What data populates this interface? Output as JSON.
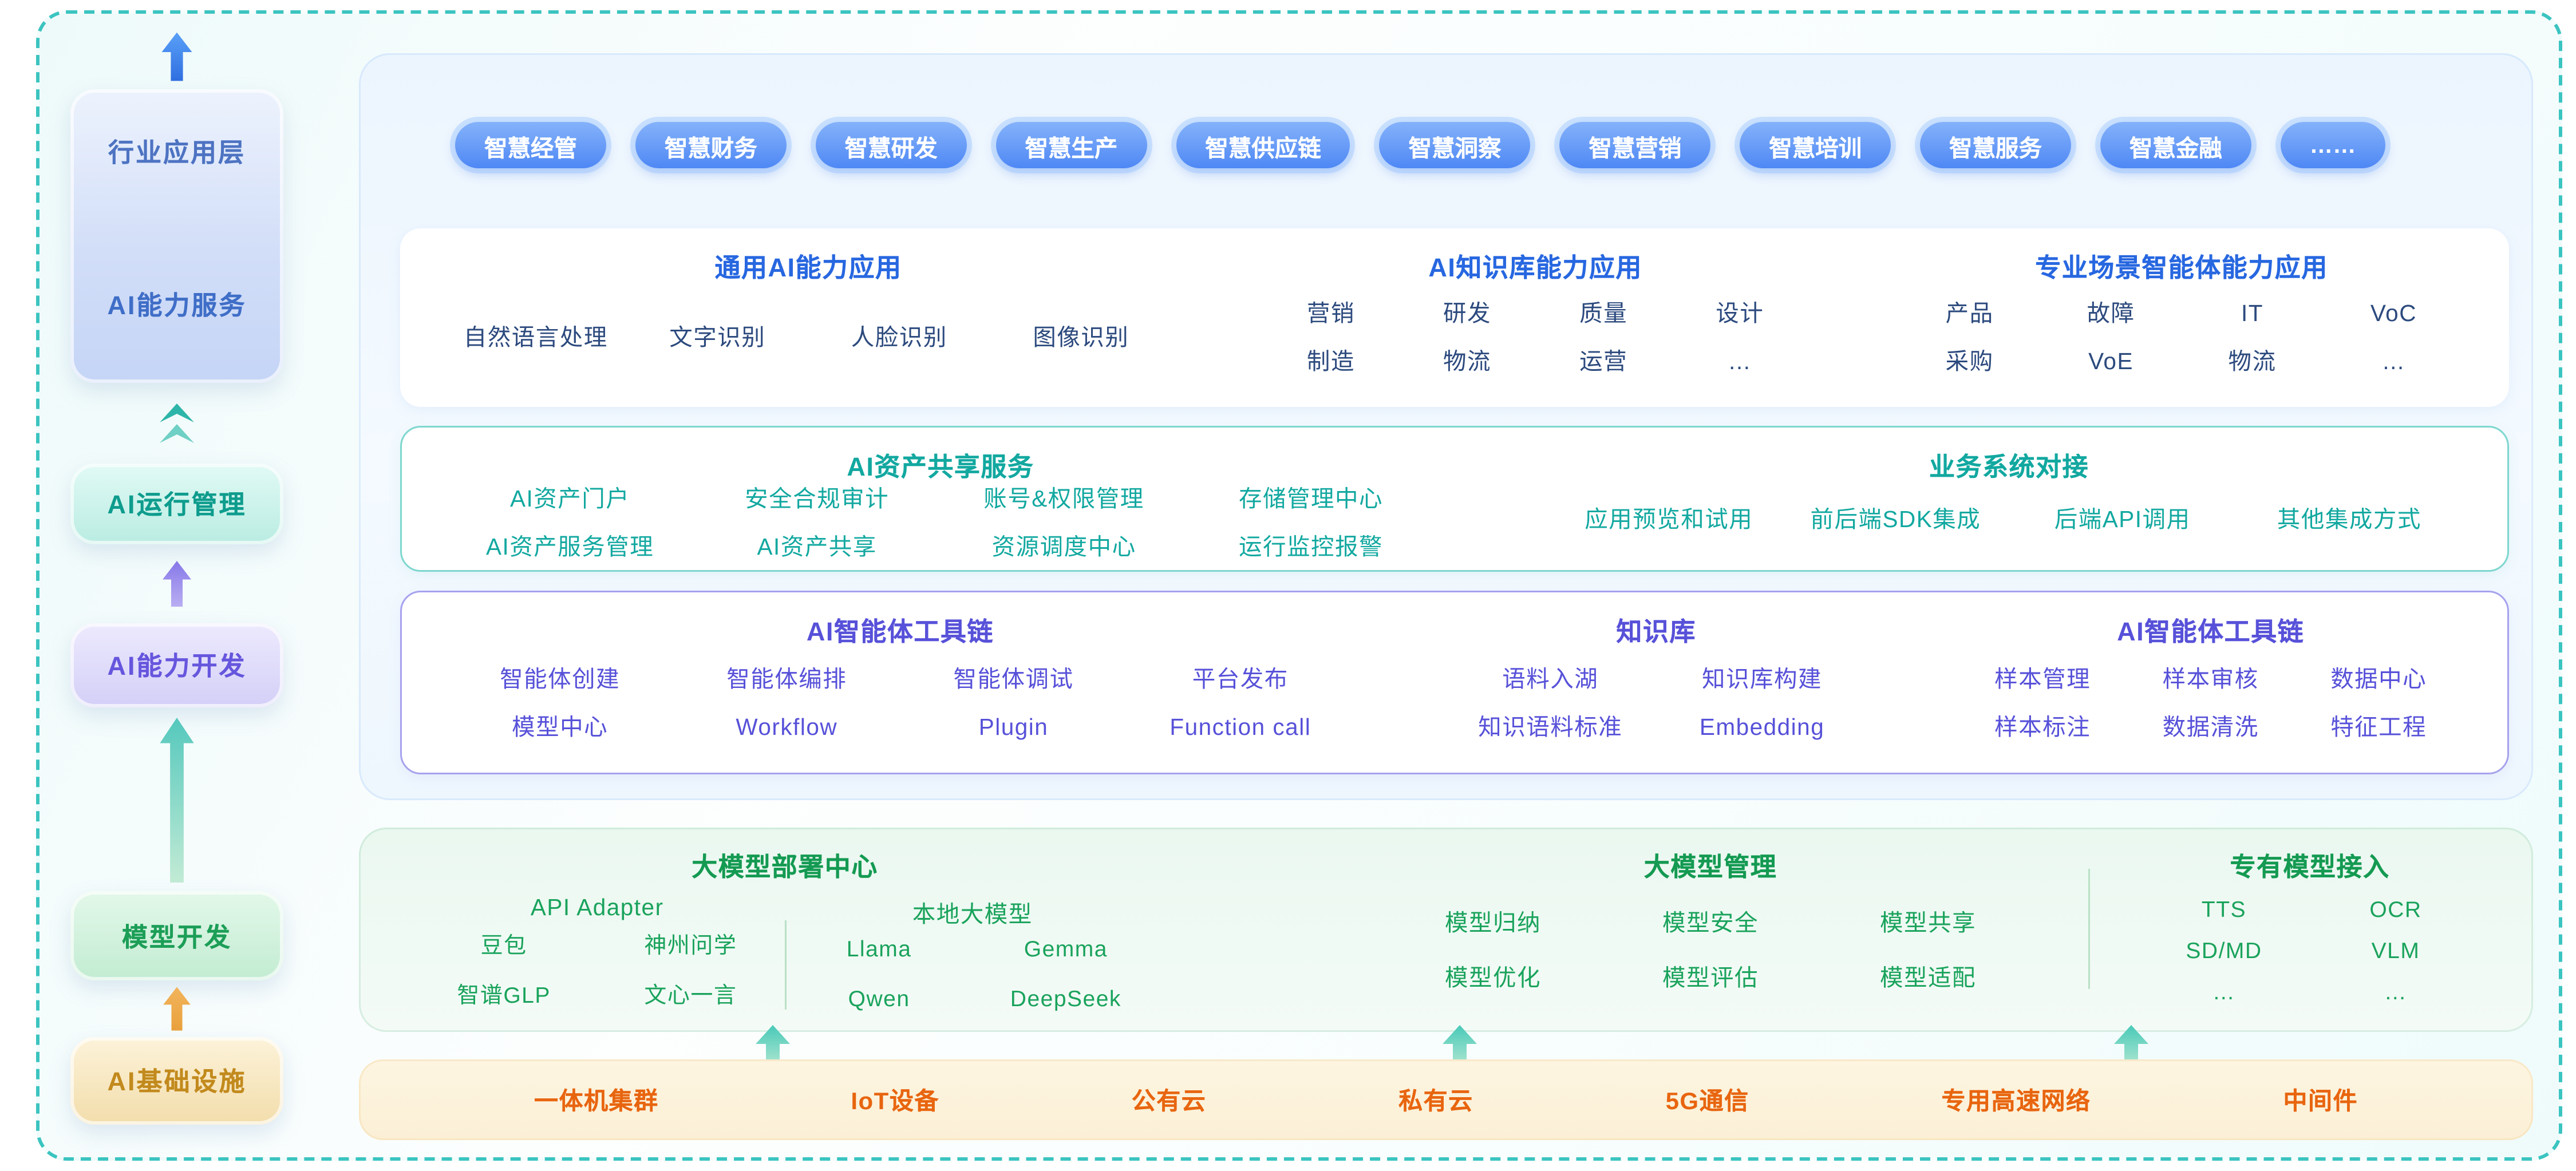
{
  "colors": {
    "frame_border": "#3BC4C0",
    "pill_blue": "#4E88F5",
    "header_blue": "#2767E0",
    "teal": "#12A8A0",
    "purple": "#5751D9",
    "green": "#1AA35C",
    "orange": "#E8650F",
    "navy_text": "#2C4A7E",
    "infra_bg": "#FDF5E1"
  },
  "sidebar": {
    "layers": [
      {
        "label_top": "行业应用层",
        "label_bottom": "AI能力服务"
      },
      {
        "label": "AI运行管理"
      },
      {
        "label": "AI能力开发"
      },
      {
        "label": "模型开发"
      },
      {
        "label": "AI基础设施"
      }
    ]
  },
  "pills": [
    "智慧经管",
    "智慧财务",
    "智慧研发",
    "智慧生产",
    "智慧供应链",
    "智慧洞察",
    "智慧营销",
    "智慧培训",
    "智慧服务",
    "智慧金融",
    "……"
  ],
  "capability_card": {
    "groups": [
      {
        "title": "通用AI能力应用",
        "items": [
          "自然语言处理",
          "文字识别",
          "人脸识别",
          "图像识别"
        ]
      },
      {
        "title": "AI知识库能力应用",
        "items": [
          "营销",
          "研发",
          "质量",
          "设计",
          "制造",
          "物流",
          "运营",
          "…"
        ]
      },
      {
        "title": "专业场景智能体能力应用",
        "items": [
          "产品",
          "故障",
          "IT",
          "VoC",
          "采购",
          "VoE",
          "物流",
          "…"
        ]
      }
    ]
  },
  "asset_card": {
    "groups": [
      {
        "title": "AI资产共享服务",
        "items": [
          "AI资产门户",
          "安全合规审计",
          "账号&权限管理",
          "存储管理中心",
          "AI资产服务管理",
          "AI资产共享",
          "资源调度中心",
          "运行监控报警"
        ]
      },
      {
        "title": "业务系统对接",
        "items": [
          "应用预览和试用",
          "前后端SDK集成",
          "后端API调用",
          "其他集成方式"
        ]
      }
    ]
  },
  "agent_card": {
    "groups": [
      {
        "title": "AI智能体工具链",
        "items": [
          "智能体创建",
          "智能体编排",
          "智能体调试",
          "平台发布",
          "模型中心",
          "Workflow",
          "Plugin",
          "Function call"
        ]
      },
      {
        "title": "知识库",
        "items": [
          "语料入湖",
          "知识库构建",
          "知识语料标准",
          "Embedding"
        ]
      },
      {
        "title": "AI智能体工具链",
        "items": [
          "样本管理",
          "样本审核",
          "数据中心",
          "样本标注",
          "数据清洗",
          "特征工程"
        ]
      }
    ]
  },
  "model_panel": {
    "deploy": {
      "title": "大模型部署中心",
      "subgroups": [
        {
          "title": "API Adapter",
          "items": [
            "豆包",
            "神州问学",
            "智谱GLP",
            "文心一言"
          ]
        },
        {
          "title": "本地大模型",
          "items": [
            "Llama",
            "Gemma",
            "Qwen",
            "DeepSeek"
          ]
        }
      ]
    },
    "manage": {
      "title": "大模型管理",
      "items": [
        "模型归纳",
        "模型安全",
        "模型共享",
        "模型优化",
        "模型评估",
        "模型适配"
      ]
    },
    "private": {
      "title": "专有模型接入",
      "items": [
        "TTS",
        "OCR",
        "SD/MD",
        "VLM",
        "…",
        "…"
      ]
    }
  },
  "infra_bar": {
    "items": [
      "一体机集群",
      "IoT设备",
      "公有云",
      "私有云",
      "5G通信",
      "专用高速网络",
      "中间件"
    ]
  }
}
